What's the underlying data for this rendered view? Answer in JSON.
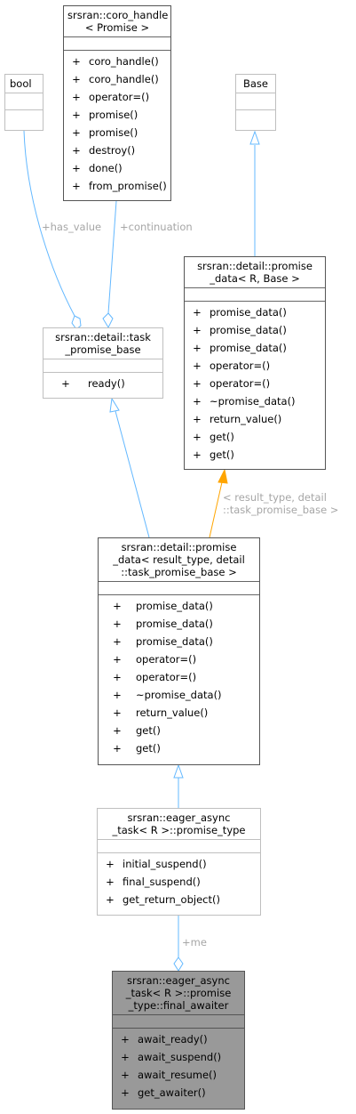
{
  "classes": {
    "coro_handle": {
      "title": [
        "srsran::coro_handle",
        "< Promise >"
      ],
      "ops": [
        "coro_handle()",
        "coro_handle()",
        "operator=()",
        "promise()",
        "promise()",
        "destroy()",
        "done()",
        "from_promise()"
      ]
    },
    "bool": {
      "title": [
        "bool"
      ]
    },
    "base": {
      "title": [
        "Base"
      ]
    },
    "task_promise_base": {
      "title": [
        "srsran::detail::task",
        "_promise_base"
      ],
      "ops": [
        "ready()"
      ]
    },
    "promise_data_template": {
      "title": [
        "srsran::detail::promise",
        "_data< R, Base >"
      ],
      "ops": [
        "promise_data()",
        "promise_data()",
        "promise_data()",
        "operator=()",
        "operator=()",
        "~promise_data()",
        "return_value()",
        "get()",
        "get()"
      ]
    },
    "promise_data_inst": {
      "title": [
        "srsran::detail::promise",
        "_data< result_type, detail",
        "::task_promise_base >"
      ],
      "ops": [
        "promise_data()",
        "promise_data()",
        "promise_data()",
        "operator=()",
        "operator=()",
        "~promise_data()",
        "return_value()",
        "get()",
        "get()"
      ]
    },
    "promise_type": {
      "title": [
        "srsran::eager_async",
        "_task< R >::promise_type"
      ],
      "ops": [
        "initial_suspend()",
        "final_suspend()",
        "get_return_object()"
      ]
    },
    "final_awaiter": {
      "title": [
        "srsran::eager_async",
        "_task< R >::promise",
        "_type::final_awaiter"
      ],
      "ops": [
        "await_ready()",
        "await_suspend()",
        "await_resume()",
        "get_awaiter()"
      ]
    }
  },
  "visibility": "+",
  "edge_labels": {
    "has_value": "+has_value",
    "continuation": "+continuation",
    "template_args": [
      "< result_type, detail",
      "::task_promise_base >"
    ],
    "me": "+me"
  },
  "colors": {
    "edge_blue": "#63b8ff",
    "edge_orange": "#ffa500",
    "focus_fill": "#999999",
    "label_gray": "#a6a6a6"
  }
}
